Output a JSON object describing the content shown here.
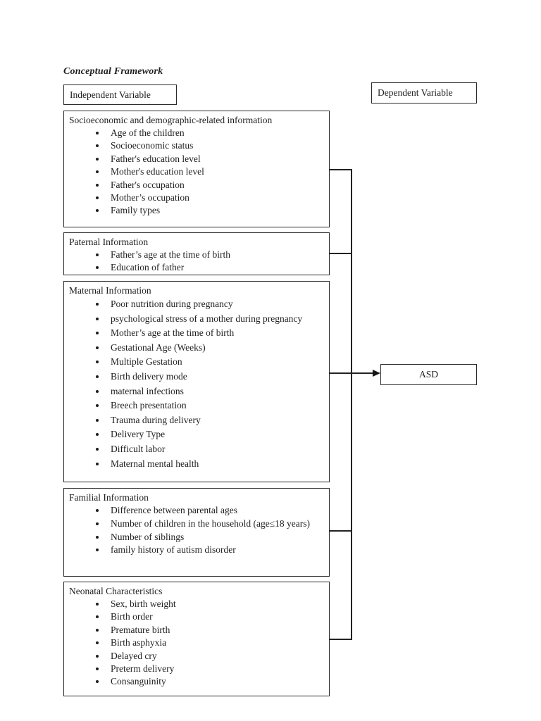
{
  "header": {
    "title": "Conceptual Framework"
  },
  "labels": {
    "independent": "Independent Variable",
    "dependent": "Dependent Variable"
  },
  "outcome": {
    "label": "ASD"
  },
  "colors": {
    "ink": "#1e1e1e",
    "border": "#2a2a2a",
    "background": "#ffffff"
  },
  "groups": [
    {
      "title": "Socioeconomic and demographic-related information",
      "items": [
        "Age of the children",
        "Socioeconomic status",
        "Father's education level",
        "Mother's education level",
        "Father's occupation",
        "Mother’s occupation",
        "Family types"
      ]
    },
    {
      "title": "Paternal Information",
      "items": [
        "Father’s age at the time of birth",
        "Education of father"
      ]
    },
    {
      "title": "Maternal Information",
      "items": [
        "Poor nutrition during pregnancy",
        "psychological stress of a mother during pregnancy",
        "Mother’s age at the time of birth",
        "Gestational Age (Weeks)",
        "Multiple Gestation",
        "Birth delivery mode",
        "maternal infections",
        "Breech presentation",
        "Trauma during delivery",
        "Delivery Type",
        "Difficult labor",
        "Maternal mental health"
      ]
    },
    {
      "title": "Familial Information",
      "items": [
        "Difference between parental ages",
        "Number of children in the household (age≤18 years)",
        "Number of siblings",
        "family history of autism disorder"
      ]
    },
    {
      "title": "Neonatal Characteristics",
      "items": [
        "Sex, birth weight",
        "Birth order",
        "Premature birth",
        "Birth asphyxia",
        "Delayed cry",
        "Preterm delivery",
        "Consanguinity"
      ]
    }
  ]
}
